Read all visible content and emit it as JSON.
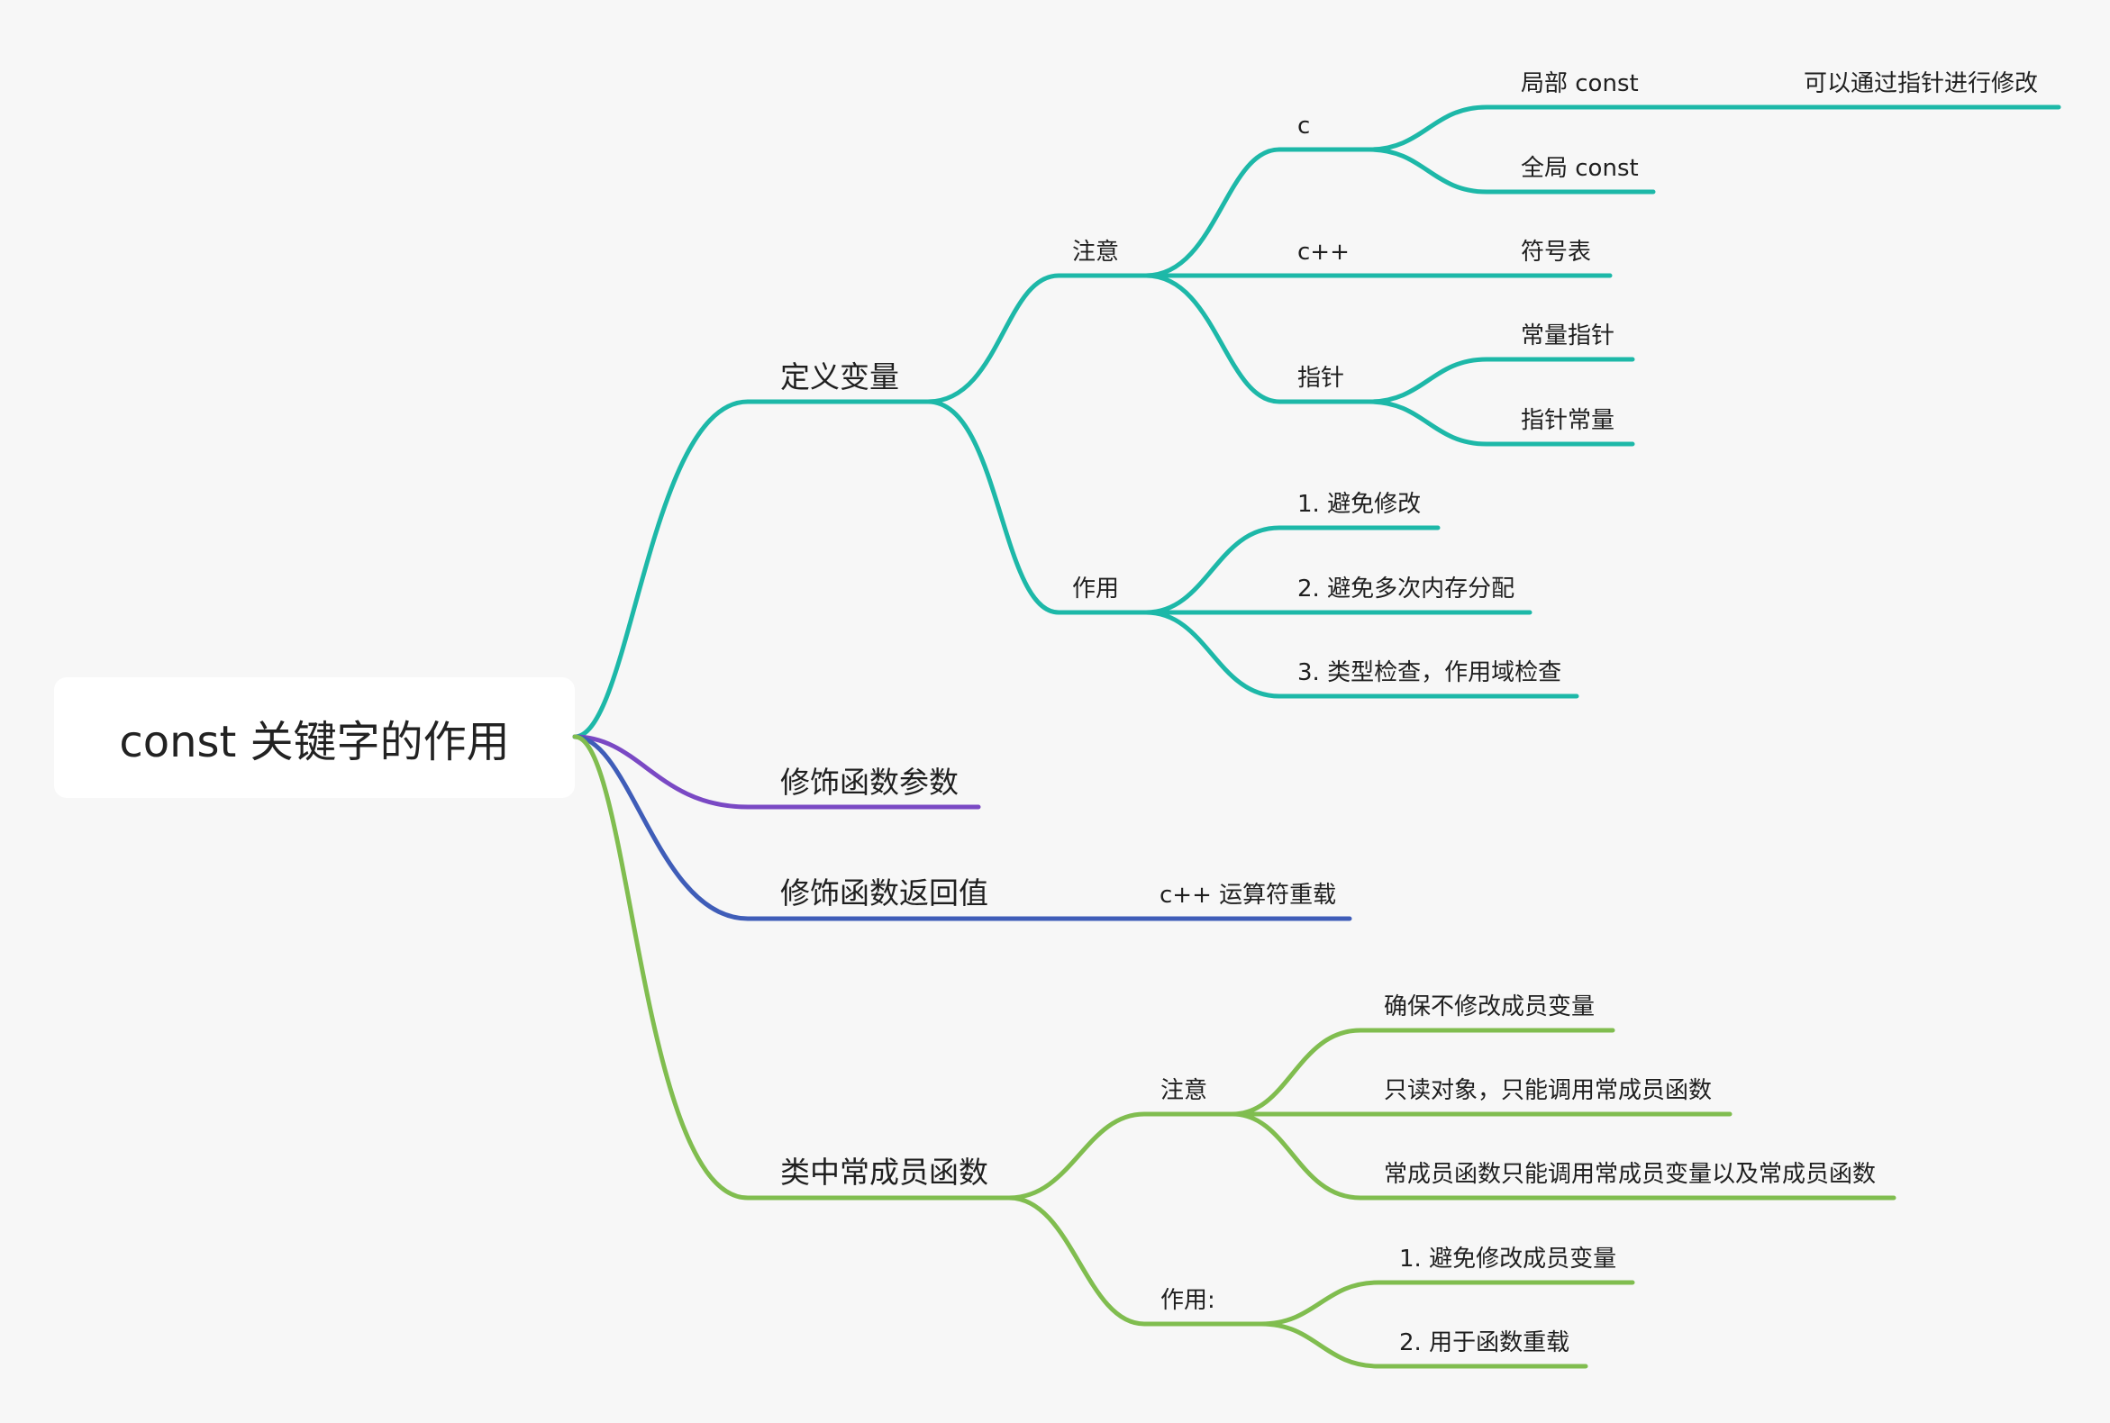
{
  "root": {
    "label": "const 关键字的作用"
  },
  "colors": {
    "teal": "#1db8a8",
    "purple": "#7a49c4",
    "blue": "#3f5db8",
    "green": "#80bd4f"
  },
  "branches": {
    "define_var": {
      "label": "定义变量",
      "note": {
        "label": "注意",
        "c": {
          "label": "c",
          "local": {
            "label": "局部 const",
            "detail": "可以通过指针进行修改"
          },
          "global": {
            "label": "全局 const"
          }
        },
        "cpp": {
          "label": "c++",
          "detail": "符号表"
        },
        "pointer": {
          "label": "指针",
          "const_pointer": "常量指针",
          "pointer_const": "指针常量"
        }
      },
      "effect": {
        "label": "作用",
        "items": [
          "1. 避免修改",
          "2. 避免多次内存分配",
          "3. 类型检查，作用域检查"
        ]
      }
    },
    "func_param": {
      "label": "修饰函数参数"
    },
    "func_return": {
      "label": "修饰函数返回值",
      "detail": "c++ 运算符重载"
    },
    "const_member": {
      "label": "类中常成员函数",
      "note": {
        "label": "注意",
        "items": [
          "确保不修改成员变量",
          "只读对象，只能调用常成员函数",
          "常成员函数只能调用常成员变量以及常成员函数"
        ]
      },
      "effect": {
        "label": "作用:",
        "items": [
          "1. 避免修改成员变量",
          "2. 用于函数重载"
        ]
      }
    }
  }
}
